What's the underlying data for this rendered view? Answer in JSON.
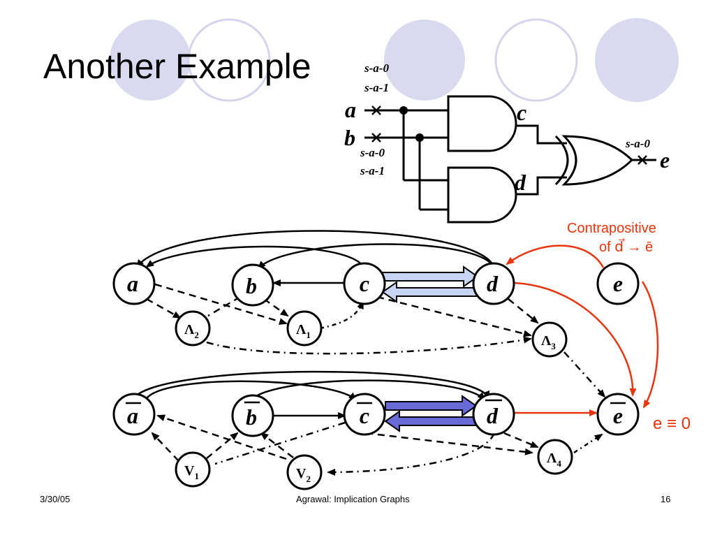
{
  "slide": {
    "title": "Another Example",
    "footer": {
      "date": "3/30/05",
      "center": "Agrawal: Implication Graphs",
      "page": "16"
    }
  },
  "circuit": {
    "inputs": [
      "a",
      "b"
    ],
    "internal": [
      "c",
      "d"
    ],
    "output": "e",
    "faults": {
      "a_b_top_0": "s-a-0",
      "a_b_top_1": "s-a-1",
      "a_b_bot_0": "s-a-0",
      "a_b_bot_1": "s-a-1",
      "e_fault": "s-a-0"
    }
  },
  "graph": {
    "top_nodes": [
      "a",
      "b",
      "c",
      "d",
      "e"
    ],
    "bottom_nodes": [
      "a",
      "b",
      "c",
      "d",
      "e"
    ],
    "and_nodes_top": [
      "Λ",
      "2",
      "Λ",
      "1",
      "Λ",
      "3"
    ],
    "or_nodes_bottom": [
      "V",
      "1",
      "V",
      "2"
    ],
    "and_node_bottom": [
      "Λ",
      "4"
    ]
  },
  "annotations": {
    "contrapositive_line1": "Contrapositive",
    "contrapositive_line2": "of d⃗ → ē",
    "result": "e ≡ 0"
  },
  "colors": {
    "accent": "#e8350e",
    "bubble": "#d9d9f0",
    "arrow_fill": "#6a6ad9"
  }
}
